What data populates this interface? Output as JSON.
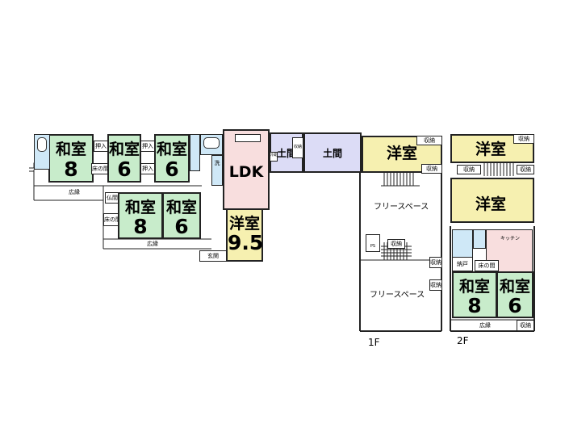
{
  "colors": {
    "washitsu": "#c8eccb",
    "yoshitsu": "#f6f0b0",
    "ldk": "#f8dede",
    "doma": "#dcdcf6",
    "water": "#cfe8f7",
    "free": "#ffffff"
  },
  "rooms": {
    "washitsu_label": "和室",
    "yoshitsu_label": "洋室",
    "ldk_label": "LDK",
    "doma_label": "土間",
    "free_space_label": "フリースペース",
    "w8a": "8",
    "w6a": "6",
    "w6b": "6",
    "w8b": "8",
    "w6c": "6",
    "y95": "9.5",
    "w8_2f": "8",
    "w6_2f": "6"
  },
  "small_labels": {
    "oshiire": "押入",
    "tokonoma": "床の間",
    "hiroen": "広縁",
    "butsuma": "仏間",
    "genkan": "玄関",
    "shuno": "収納",
    "sen": "洗",
    "kitchen": "キッチン",
    "nando": "納戸",
    "ps": "PS",
    "reizo": "冷蔵"
  },
  "floors": {
    "first": "1F",
    "second": "2F"
  }
}
